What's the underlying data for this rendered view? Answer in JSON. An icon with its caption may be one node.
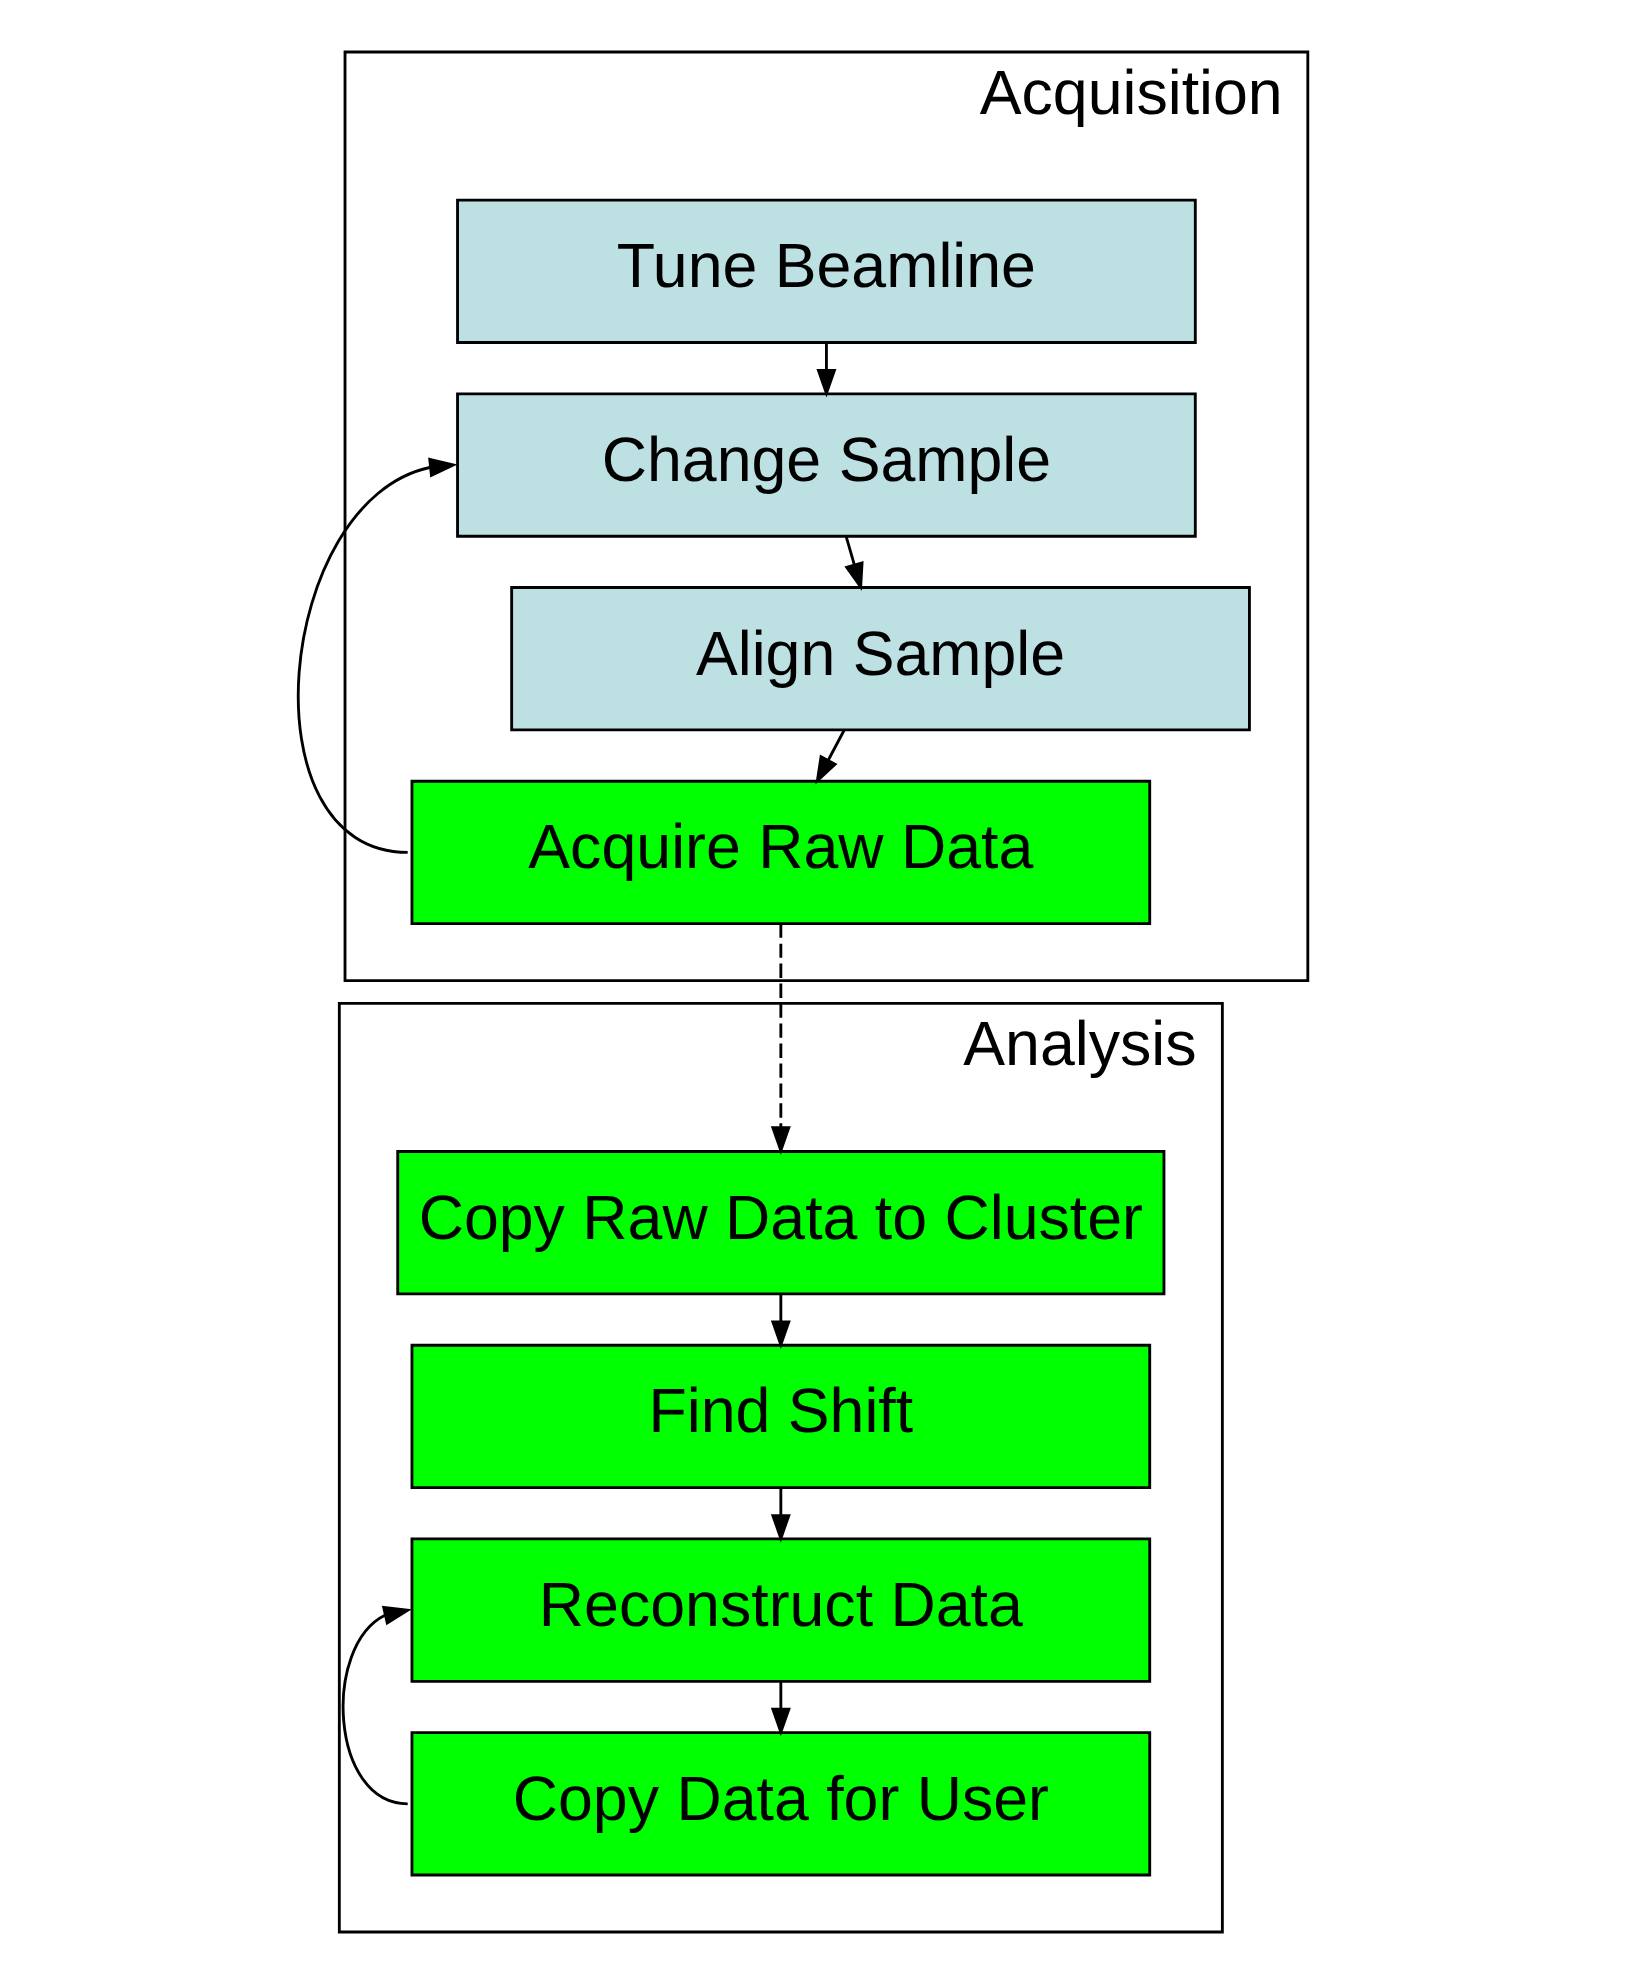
{
  "diagram": {
    "nodes": [
      {
        "text": [
          "Acquisition"
        ]
      },
      {
        "text": [
          "Tune Beamline"
        ],
        "in": 0
      },
      {
        "text": [
          "Change Sample"
        ],
        "in": 0
      },
      {
        "text": [
          "Align Sample"
        ],
        "in": 0
      },
      {
        "text": [
          "Acquire Raw Data"
        ],
        "in": 0
      },
      {
        "text": [
          "Analysis"
        ]
      },
      {
        "text": [
          "Copy Raw Data to Cluster"
        ],
        "in": 5
      },
      {
        "text": [
          "Find Shift"
        ],
        "in": 5
      },
      {
        "text": [
          "Reconstruct Data"
        ],
        "in": 5
      },
      {
        "text": [
          "Copy Data for User"
        ],
        "in": 5
      }
    ],
    "edges": [
      {
        "from": 1,
        "to": 2,
        "arrow": "to"
      },
      {
        "from": 2,
        "to": 3,
        "arrow": "to"
      },
      {
        "from": 3,
        "to": 4,
        "arrow": "to"
      },
      {
        "from": 4,
        "to": 2,
        "arrow": "to"
      },
      {
        "from": 4,
        "to": 6,
        "arrow": "to",
        "style": "dashed"
      },
      {
        "from": 6,
        "to": 7,
        "arrow": "to"
      },
      {
        "from": 7,
        "to": 8,
        "arrow": "to"
      },
      {
        "from": 8,
        "to": 9,
        "arrow": "to"
      },
      {
        "from": 9,
        "to": 8,
        "arrow": "to"
      }
    ]
  }
}
